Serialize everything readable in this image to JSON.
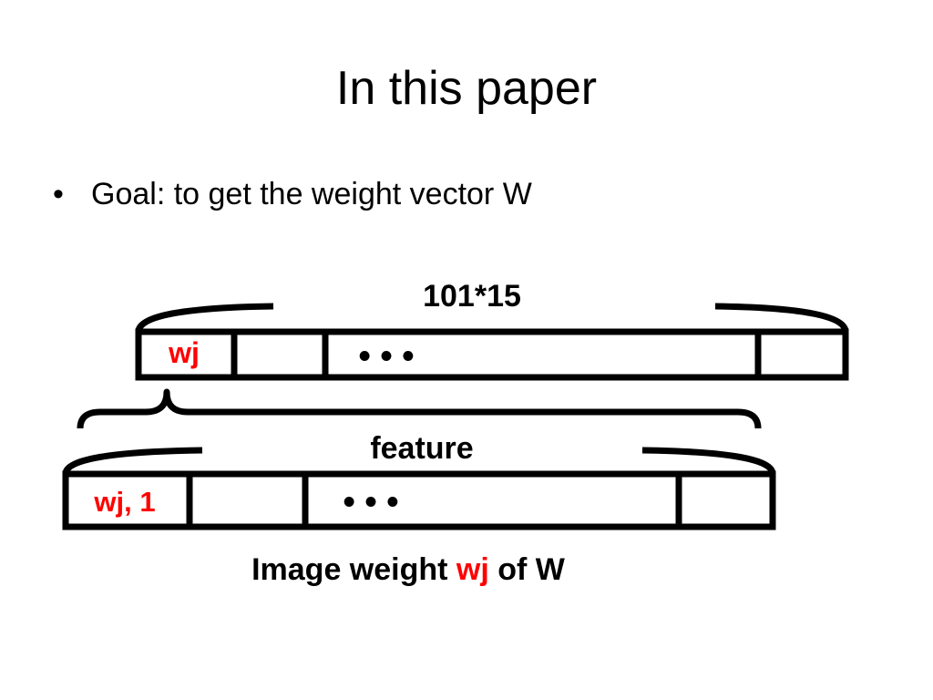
{
  "slide": {
    "title": "In this paper",
    "bullet": "Goal: to get the weight vector W"
  },
  "diagram": {
    "top_vector": {
      "dimension_label": "101*15",
      "first_cell": "wj",
      "ellipsis": "• • •"
    },
    "bottom_vector": {
      "dimension_label": "feature",
      "first_cell": "wj, 1",
      "ellipsis": "• • •"
    },
    "caption": {
      "prefix": "Image weight ",
      "highlight": "wj",
      "suffix": " of W"
    },
    "colors": {
      "highlight": "#ff0000",
      "stroke": "#000000"
    }
  }
}
